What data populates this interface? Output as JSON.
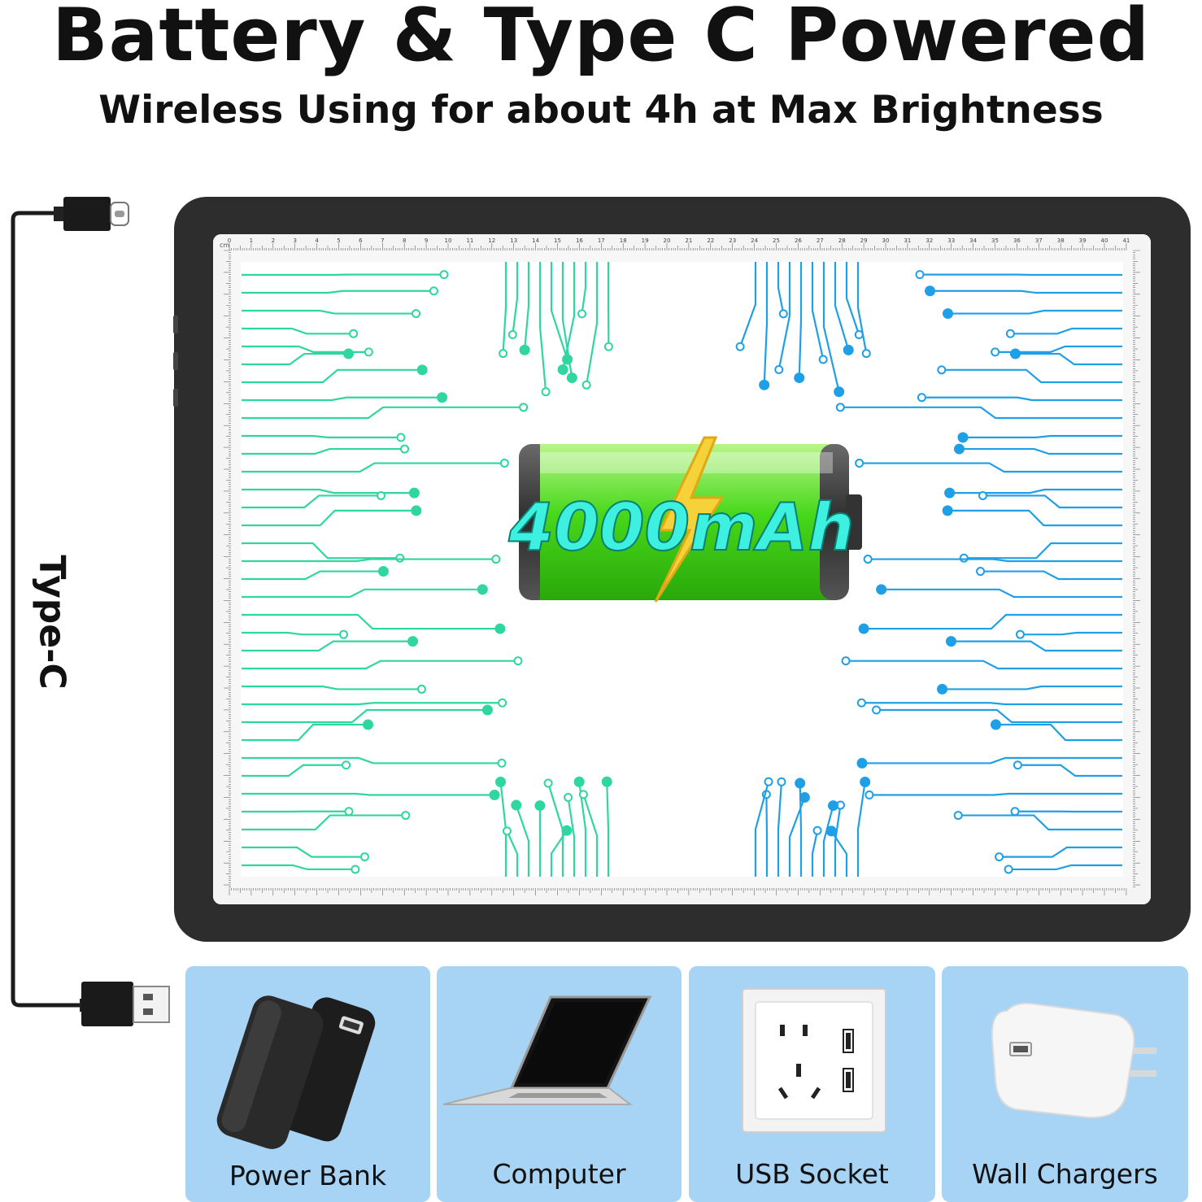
{
  "headline": "Battery & Type C Powered",
  "subheadline": "Wireless Using for about 4h at Max Brightness",
  "battery": {
    "capacity_label": "4000mAh"
  },
  "cable": {
    "label": "Type-C"
  },
  "ruler": {
    "unit_label": "cm",
    "top_ticks": [
      "0",
      "1",
      "2",
      "3",
      "4",
      "5",
      "6",
      "7",
      "8",
      "9",
      "10",
      "11",
      "12",
      "13",
      "14",
      "15",
      "16",
      "17",
      "18",
      "19",
      "20",
      "21",
      "22",
      "23",
      "24",
      "25",
      "26",
      "27",
      "28",
      "29",
      "30",
      "31",
      "32",
      "33",
      "34",
      "35",
      "36",
      "37",
      "38",
      "39",
      "40",
      "41"
    ]
  },
  "power_sources": [
    {
      "label": "Power Bank",
      "icon": "power-bank-icon"
    },
    {
      "label": "Computer",
      "icon": "laptop-icon"
    },
    {
      "label": "USB Socket",
      "icon": "wall-socket-icon"
    },
    {
      "label": "Wall Chargers",
      "icon": "wall-charger-icon"
    }
  ],
  "colors": {
    "card_bg": "#a7d3f4",
    "trace_green": "#2fd6a0",
    "trace_blue": "#1f9fe6",
    "battery_green": "#4fdc1e",
    "tablet_frame": "#2d2d2d"
  }
}
